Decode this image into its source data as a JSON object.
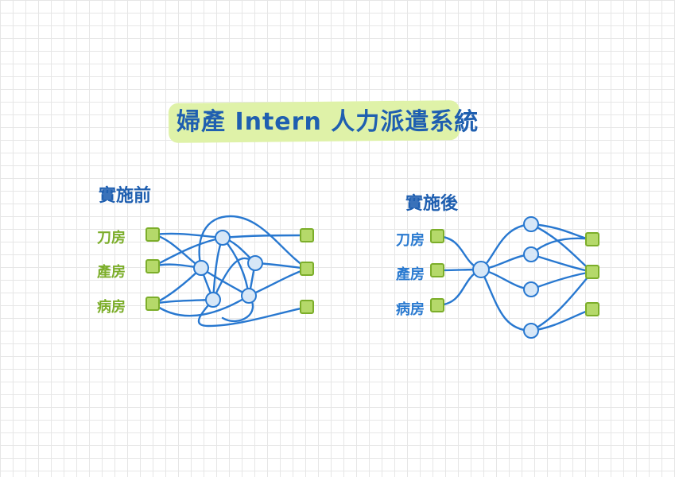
{
  "title": "婦產 Intern 人力派遣系統",
  "before": {
    "heading": "實施前",
    "row_labels": [
      "刀房",
      "產房",
      "病房"
    ]
  },
  "after": {
    "heading": "實施後",
    "row_labels": [
      "刀房",
      "產房",
      "病房"
    ]
  },
  "colors": {
    "title_highlight": "#dff2a8",
    "ink_blue": "#1f5fb0",
    "line_blue": "#2878d0",
    "node_fill": "#d7e7f7",
    "square_fill": "#b5d96a",
    "square_stroke": "#7cae2a",
    "label_green": "#7cae2a",
    "label_blue": "#2a7ad0"
  }
}
